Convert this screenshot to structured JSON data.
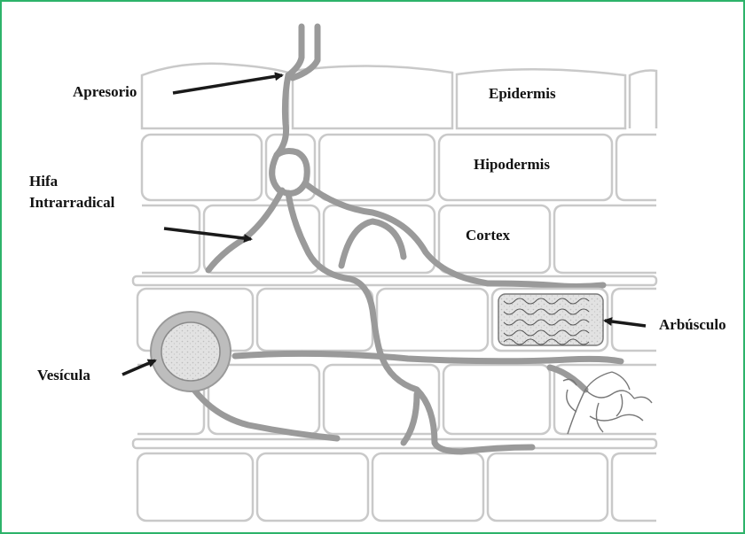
{
  "labels": {
    "apresorio": "Apresorio",
    "epidermis": "Epidermis",
    "hifa_line1": "Hifa",
    "hifa_line2": "Intrarradical",
    "hipodermis": "Hipodermis",
    "cortex": "Cortex",
    "arbusculo": "Arbúsculo",
    "vesicula": "Vesícula"
  },
  "colors": {
    "frame_border": "#2db36a",
    "cell_wall": "#c9c9c9",
    "hypha": "#9a9a9a",
    "arrow": "#1a1a1a",
    "text": "#111111"
  }
}
